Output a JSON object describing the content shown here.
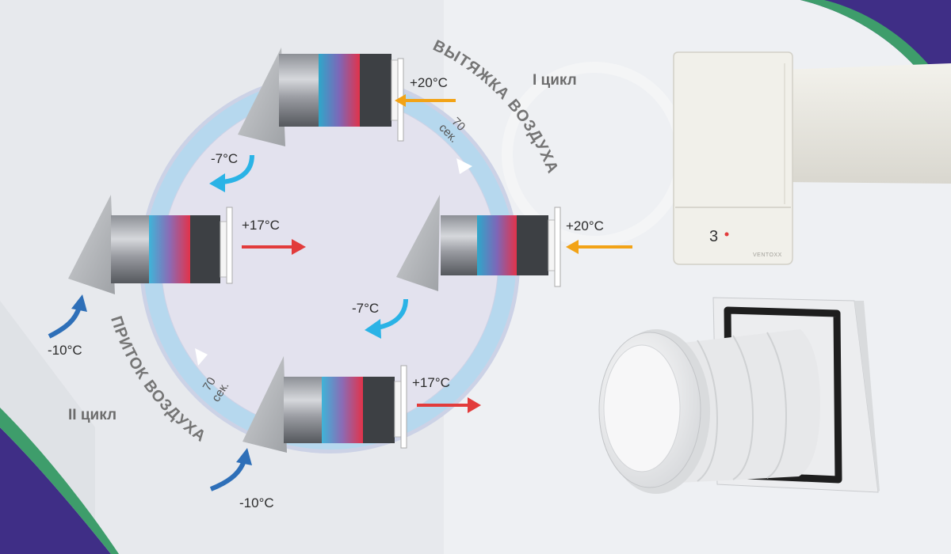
{
  "cycles": {
    "cycle1_label": "I цикл",
    "cycle2_label": "II цикл",
    "exhaust_label": "ВЫТЯЖКА ВОЗДУХА",
    "supply_label": "ПРИТОК ВОЗДУХА",
    "duration_top": [
      "70",
      "сек."
    ],
    "duration_bottom": [
      "70",
      "сек."
    ]
  },
  "temperatures": {
    "top_in": "+20°C",
    "top_out": "-7°C",
    "left_in": "-10°C",
    "left_out": "+17°C",
    "right_in": "+20°C",
    "right_out": "-7°C",
    "bottom_in": "-10°C",
    "bottom_out": "+17°C"
  },
  "device": {
    "display_value": "3",
    "brand": "VENTOXX"
  },
  "colors": {
    "warm_arrow": "#f2a316",
    "hot_arrow": "#e23b3b",
    "cold_arrow": "#2ab3e6",
    "intake_arrow": "#2e6fb8",
    "corner_purple": "#3f2e86",
    "corner_green": "#3e9d6b"
  }
}
